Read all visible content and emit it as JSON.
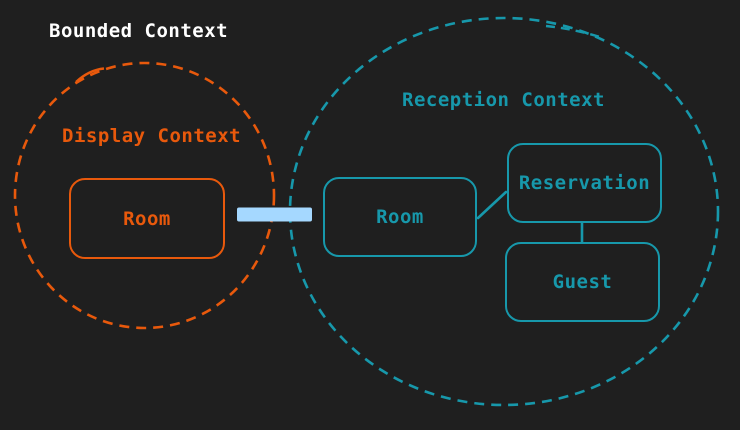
{
  "title": "Bounded Context",
  "colors": {
    "bg": "#1f1f1f",
    "text": "#ffffff",
    "orange": "#e8590c",
    "teal": "#1798ab",
    "blue": "#a5d8ff"
  },
  "display_context": {
    "label": "Display Context",
    "nodes": [
      {
        "label": "Room"
      }
    ]
  },
  "reception_context": {
    "label": "Reception Context",
    "nodes": [
      {
        "label": "Room"
      },
      {
        "label": "Reservation"
      },
      {
        "label": "Guest"
      }
    ]
  }
}
